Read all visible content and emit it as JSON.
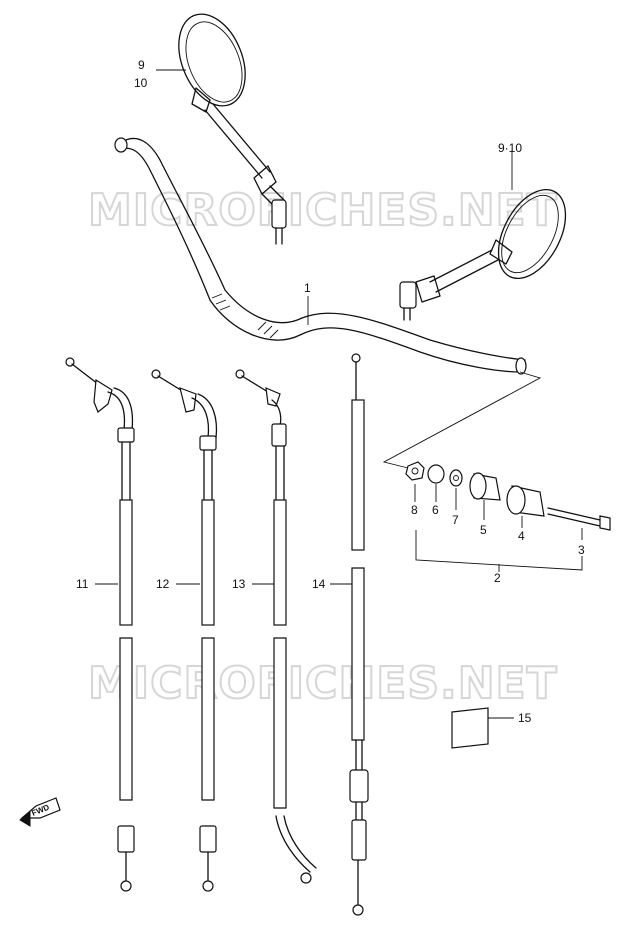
{
  "watermark": "MICROFICHES.NET",
  "fwd_label": "FWD",
  "callouts": [
    {
      "id": "c1",
      "text": "1"
    },
    {
      "id": "c2",
      "text": "2"
    },
    {
      "id": "c3",
      "text": "3"
    },
    {
      "id": "c4",
      "text": "4"
    },
    {
      "id": "c5",
      "text": "5"
    },
    {
      "id": "c6",
      "text": "6"
    },
    {
      "id": "c7",
      "text": "7"
    },
    {
      "id": "c8",
      "text": "8"
    },
    {
      "id": "c9a",
      "text": "9"
    },
    {
      "id": "c10a",
      "text": "10"
    },
    {
      "id": "c910",
      "text": "9·10"
    },
    {
      "id": "c11",
      "text": "11"
    },
    {
      "id": "c12",
      "text": "12"
    },
    {
      "id": "c13",
      "text": "13"
    },
    {
      "id": "c14",
      "text": "14"
    },
    {
      "id": "c15",
      "text": "15"
    }
  ]
}
